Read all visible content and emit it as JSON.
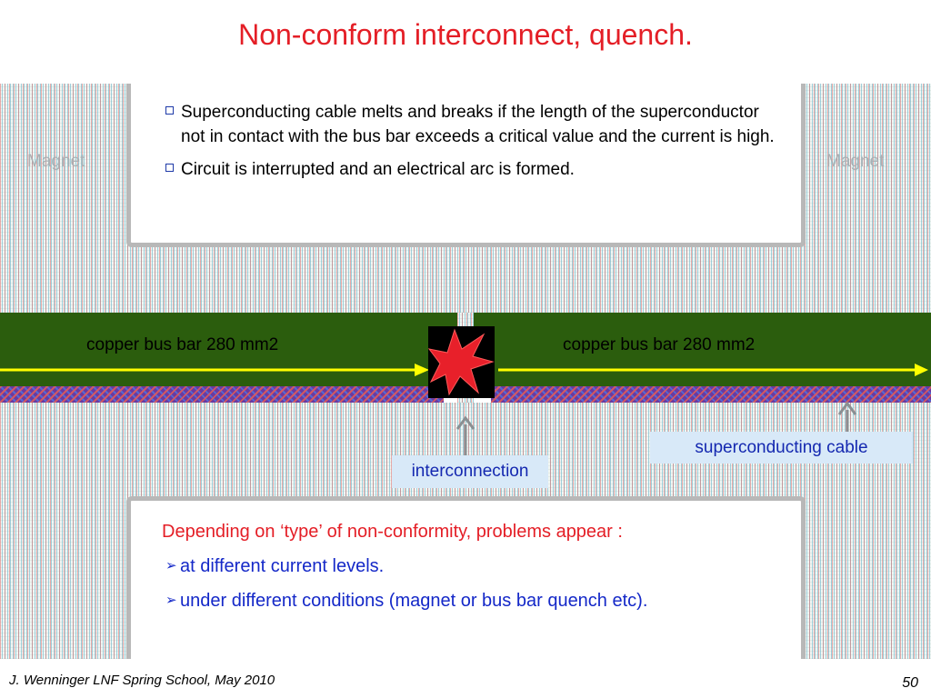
{
  "title": "Non-conform interconnect, quench.",
  "magnet_label_left": "Magnet",
  "magnet_label_right": "Magnet",
  "top_bullets": [
    "Superconducting cable melts and breaks if the length of the superconductor not in contact with the bus bar exceeds a critical value and the current is high.",
    "Circuit is interrupted and an electrical arc is formed."
  ],
  "bus_label_left": "copper bus bar 280 mm2",
  "bus_label_right": "copper bus bar 280 mm2",
  "callout_interconnection": "interconnection",
  "callout_cable": "superconducting cable",
  "conclusion": {
    "lead": "Depending on ‘type’ of non-conformity, problems appear :",
    "items": [
      "at different current levels.",
      "under different conditions (magnet or bus bar quench etc)."
    ]
  },
  "footer_left": "J. Wenninger LNF Spring School, May 2010",
  "footer_right": "50",
  "colors": {
    "title": "#e41e26",
    "bus_bar": "#2b5d0d",
    "current_arrow": "#ffff00",
    "explosion": "#e8202a",
    "callout_bg": "#d8e9f8",
    "callout_text": "#1428b0",
    "arrow_gray": "#8a8f92"
  }
}
